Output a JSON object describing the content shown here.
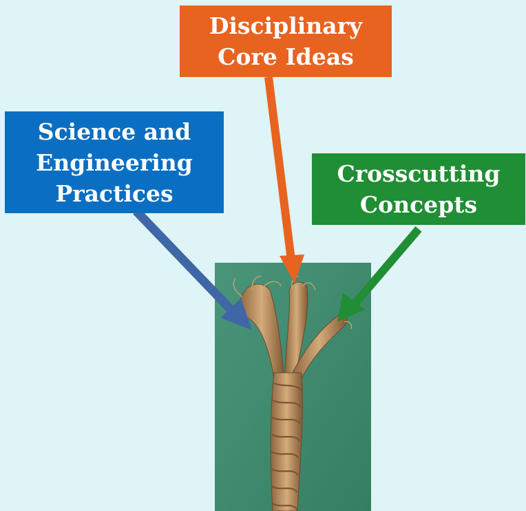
{
  "boxes": {
    "disciplinary_core_ideas": {
      "lines": [
        "Disciplinary",
        "Core Ideas"
      ],
      "color": "#e8631f"
    },
    "science_engineering_practices": {
      "lines": [
        "Science and",
        "Engineering",
        "Practices"
      ],
      "color": "#0a6fc2"
    },
    "crosscutting_concepts": {
      "lines": [
        "Crosscutting",
        "Concepts"
      ],
      "color": "#208e34"
    }
  },
  "colors": {
    "background": "#def4f7",
    "photo_background": "#3f8a6c",
    "rope": "#b88a5c",
    "arrow_blue": "#3f67a5",
    "arrow_orange": "#e8631f",
    "arrow_green": "#208e34"
  },
  "image": {
    "subject": "three-strand rope unraveling at the top"
  }
}
